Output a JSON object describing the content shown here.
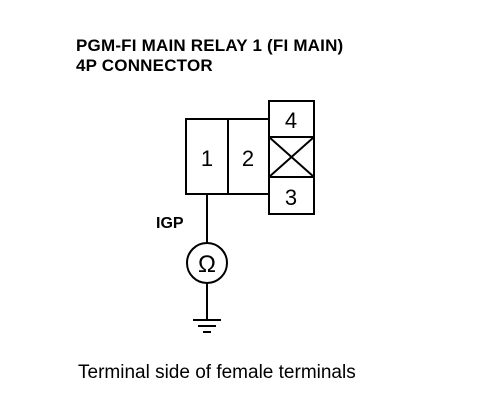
{
  "title": {
    "line1": "PGM-FI MAIN RELAY 1 (FI MAIN)",
    "line2": "4P CONNECTOR"
  },
  "connector": {
    "terminals": [
      {
        "number": "1",
        "used": true
      },
      {
        "number": "2",
        "used": true
      },
      {
        "number": "3",
        "used": true
      },
      {
        "number": "4",
        "used": true
      }
    ],
    "crossed_cell": "unused-cavity"
  },
  "wire_label": "IGP",
  "meter_symbol": "Ω",
  "meter_icon": "ohmmeter-icon",
  "ground_icon": "ground-icon",
  "caption": "Terminal side of female terminals"
}
